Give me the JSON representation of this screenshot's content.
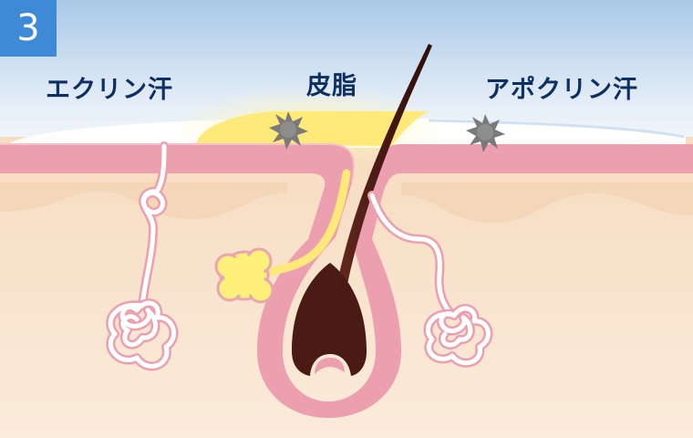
{
  "step_number": "3",
  "labels": {
    "eccrine_sweat": "エクリン汗",
    "sebum": "皮脂",
    "apocrine_sweat": "アポクリン汗"
  },
  "colors": {
    "badge": "#3e8ad6",
    "label_text": "#0e2f62",
    "sky_top": "#a8c8e8",
    "sky_bottom": "#f2f6fb",
    "skin_layer": "#ec9fae",
    "dermis": "#f7dfc2",
    "sebum": "#ffe98a",
    "sebaceous_gland": "#fff07a",
    "hair": "#4a1a14",
    "bacteria": "#7a7a7a"
  },
  "icons": {
    "bacteria": "bacteria-icon"
  }
}
